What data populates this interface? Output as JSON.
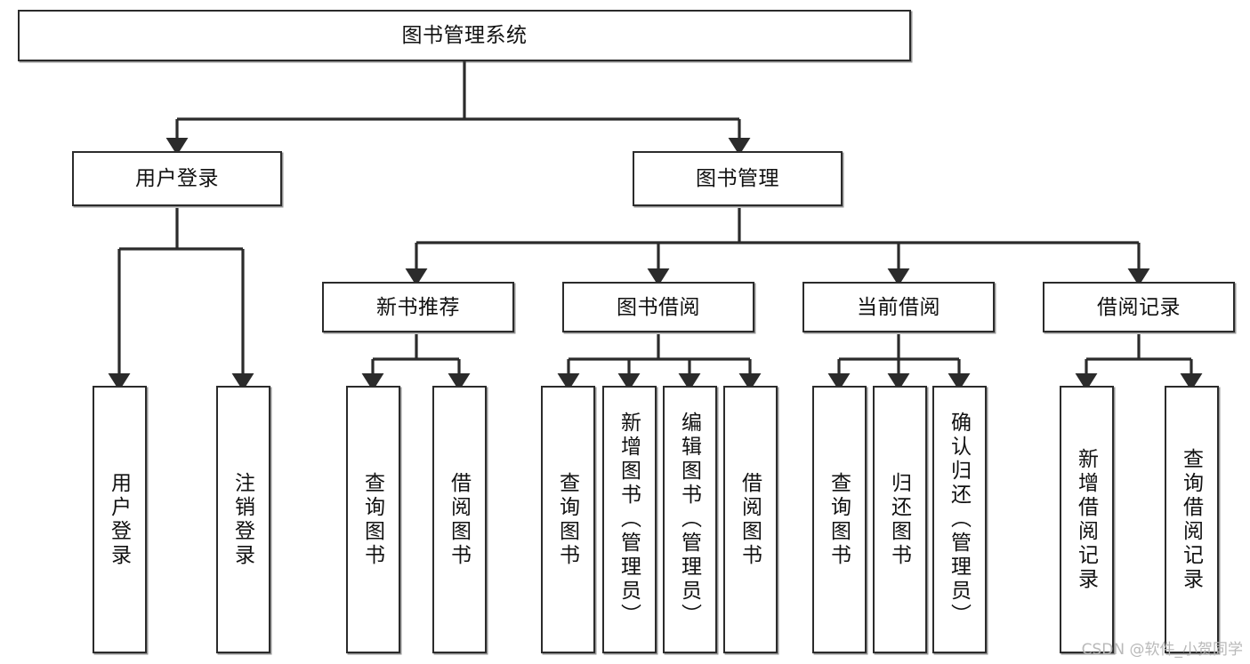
{
  "diagram": {
    "title": "图书管理系统",
    "type": "tree",
    "watermark": "CSDN @软件_小贺同学",
    "colors": {
      "box_border": "#2b2b2b",
      "box_fill": "#ffffff",
      "edge": "#2b2b2b",
      "text": "#111111",
      "watermark": "#b9b9b9"
    },
    "nodes": {
      "root": {
        "label": "图书管理系统",
        "orientation": "horizontal"
      },
      "level2": [
        {
          "id": "user-login",
          "label": "用户登录",
          "orientation": "horizontal"
        },
        {
          "id": "book-manage",
          "label": "图书管理",
          "orientation": "horizontal"
        }
      ],
      "level3": [
        {
          "id": "new-book-recommend",
          "label": "新书推荐",
          "orientation": "horizontal"
        },
        {
          "id": "book-borrow",
          "label": "图书借阅",
          "orientation": "horizontal"
        },
        {
          "id": "current-borrow",
          "label": "当前借阅",
          "orientation": "horizontal"
        },
        {
          "id": "borrow-record",
          "label": "借阅记录",
          "orientation": "horizontal"
        }
      ],
      "leaves": [
        {
          "id": "leaf-user-login",
          "label": "用户登录",
          "parent": "user-login",
          "orientation": "vertical"
        },
        {
          "id": "leaf-user-logout",
          "label": "注销登录",
          "parent": "user-login",
          "orientation": "vertical"
        },
        {
          "id": "leaf-query-book-1",
          "label": "查询图书",
          "parent": "new-book-recommend",
          "orientation": "vertical"
        },
        {
          "id": "leaf-borrow-book-1",
          "label": "借阅图书",
          "parent": "new-book-recommend",
          "orientation": "vertical"
        },
        {
          "id": "leaf-query-book-2",
          "label": "查询图书",
          "parent": "book-borrow",
          "orientation": "vertical"
        },
        {
          "id": "leaf-add-book",
          "label": "新增图书（管理员）",
          "parent": "book-borrow",
          "orientation": "vertical"
        },
        {
          "id": "leaf-edit-book",
          "label": "编辑图书（管理员）",
          "parent": "book-borrow",
          "orientation": "vertical"
        },
        {
          "id": "leaf-borrow-book-2",
          "label": "借阅图书",
          "parent": "book-borrow",
          "orientation": "vertical"
        },
        {
          "id": "leaf-query-book-3",
          "label": "查询图书",
          "parent": "current-borrow",
          "orientation": "vertical"
        },
        {
          "id": "leaf-return-book",
          "label": "归还图书",
          "parent": "current-borrow",
          "orientation": "vertical"
        },
        {
          "id": "leaf-confirm-return",
          "label": "确认归还（管理员）",
          "parent": "current-borrow",
          "orientation": "vertical"
        },
        {
          "id": "leaf-add-record",
          "label": "新增借阅记录",
          "parent": "borrow-record",
          "orientation": "vertical"
        },
        {
          "id": "leaf-query-record",
          "label": "查询借阅记录",
          "parent": "borrow-record",
          "orientation": "vertical"
        }
      ]
    }
  }
}
